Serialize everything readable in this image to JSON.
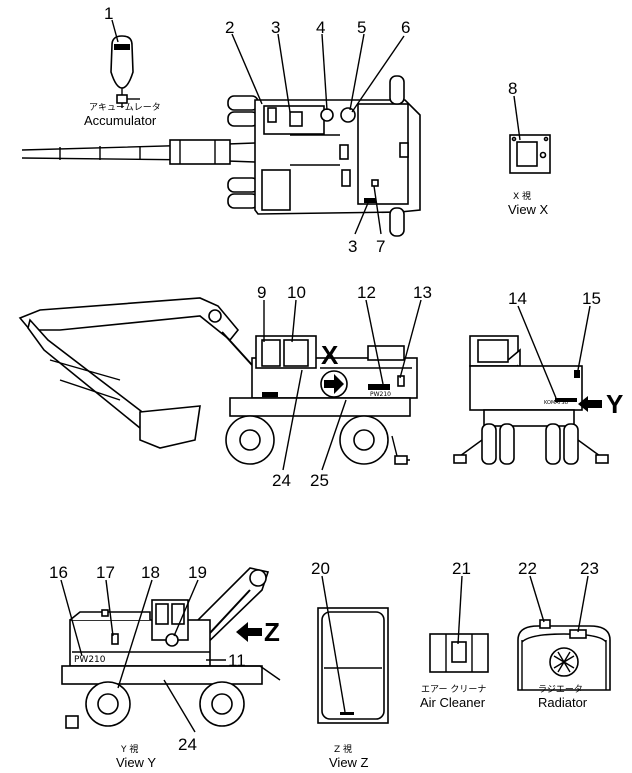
{
  "callouts": [
    "1",
    "2",
    "3",
    "4",
    "5",
    "6",
    "3",
    "7",
    "8",
    "9",
    "10",
    "12",
    "13",
    "14",
    "15",
    "24",
    "25",
    "16",
    "17",
    "18",
    "19",
    "11",
    "24",
    "20",
    "21",
    "22",
    "23"
  ],
  "markers": {
    "x": "X",
    "y": "Y",
    "z": "Z"
  },
  "captions": {
    "accumulator_jp": "アキュームレータ",
    "accumulator_en": "Accumulator",
    "view_x_jp": "X 視",
    "view_x_en": "View X",
    "view_y_jp": "Y 視",
    "view_y_en": "View Y",
    "view_z_jp": "Z 視",
    "view_z_en": "View Z",
    "air_cleaner_jp": "エアー クリーナ",
    "air_cleaner_en": "Air Cleaner",
    "radiator_jp": "ラジエータ",
    "radiator_en": "Radiator"
  },
  "decals": {
    "model_side": "PW210",
    "brand_side": "KOMATSU",
    "model_rear": "PW210"
  }
}
